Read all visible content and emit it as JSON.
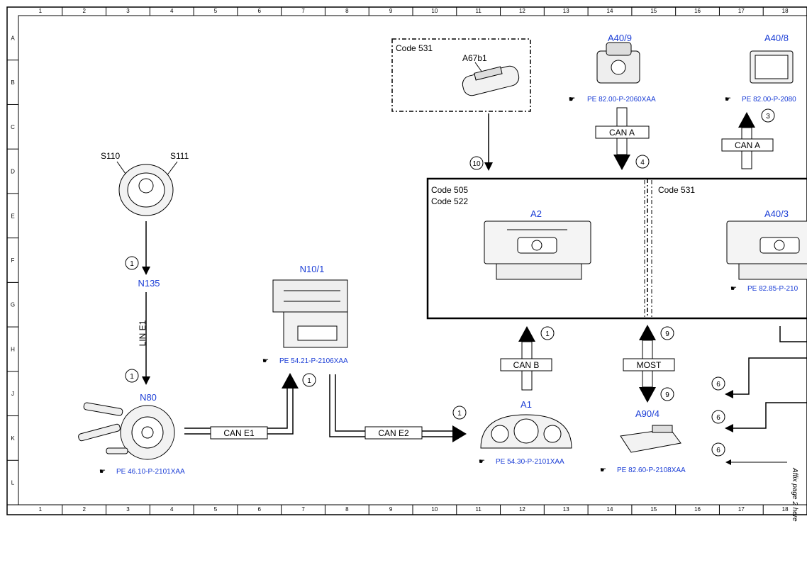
{
  "grid": {
    "columns": [
      "1",
      "2",
      "3",
      "4",
      "5",
      "6",
      "7",
      "8",
      "9",
      "10",
      "11",
      "12",
      "13",
      "14",
      "15",
      "16",
      "17",
      "18"
    ],
    "rows": [
      "A",
      "B",
      "C",
      "D",
      "E",
      "F",
      "G",
      "H",
      "J",
      "K",
      "L"
    ]
  },
  "components": {
    "s110": "S110",
    "s111": "S111",
    "n135": "N135",
    "n80": "N80",
    "n10_1": "N10/1",
    "a67b1": "A67b1",
    "a40_9": "A40/9",
    "a40_8": "A40/8",
    "a2": "A2",
    "a40_3": "A40/3",
    "a1": "A1",
    "a90_4": "A90/4"
  },
  "codes": {
    "code531_top": "Code 531",
    "code505": "Code 505",
    "code522": "Code 522",
    "code531_right": "Code 531"
  },
  "references": {
    "a40_9": "PE 82.00-P-2060XAA",
    "a40_8": "PE 82.00-P-2080",
    "a40_3": "PE 82.85-P-210",
    "n10_1": "PE 54.21-P-2106XAA",
    "n80": "PE 46.10-P-2101XAA",
    "a1": "PE 54.30-P-2101XAA",
    "a90_4": "PE 82.60-P-2108XAA"
  },
  "buses": {
    "can_a_1": "CAN A",
    "can_a_2": "CAN A",
    "lin_e1": "LIN E1",
    "can_e1": "CAN E1",
    "can_e2": "CAN E2",
    "can_b": "CAN B",
    "most": "MOST"
  },
  "markers": {
    "m3": "3",
    "m4": "4",
    "m10": "10",
    "m1_n135": "1",
    "m1_n80": "1",
    "m1_n10": "1",
    "m1_a1": "1",
    "m1_canb": "1",
    "m9_top": "9",
    "m9_bottom": "9",
    "m6_a": "6",
    "m6_b": "6",
    "m6_c": "6"
  },
  "side_note": "Affix page 2 here",
  "colors": {
    "component_label": "#1a3dd6",
    "line": "#000000"
  }
}
